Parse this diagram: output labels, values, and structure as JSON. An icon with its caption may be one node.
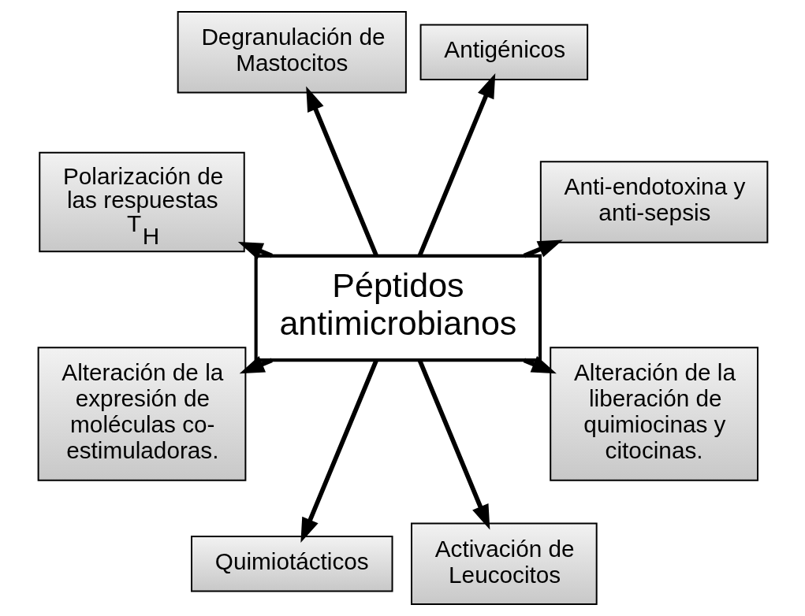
{
  "diagram": {
    "nodes": [
      {
        "text": [
          "Péptidos antimicrobianos"
        ]
      },
      {
        "text": [
          "Anti-endotoxina y anti-sepsis"
        ]
      },
      {
        "text": [
          "Antigénicos"
        ]
      },
      {
        "text": [
          "Degranulación de Mastocitos"
        ]
      },
      {
        "text": [
          "Polarización de las respuestas T$_{H}$"
        ]
      },
      {
        "text": [
          "Alteración de la expresión de moléculas co-estimuladoras."
        ]
      },
      {
        "text": [
          "Quimiotácticos"
        ]
      },
      {
        "text": [
          "Activación de Leucocitos"
        ]
      },
      {
        "text": [
          "Alteración de la liberación de quimiocinas y citocinas."
        ]
      }
    ],
    "edges": [
      {
        "from": 0,
        "to": 1,
        "arrow": "to"
      },
      {
        "from": 0,
        "to": 2,
        "arrow": "to"
      },
      {
        "from": 0,
        "to": 3,
        "arrow": "to"
      },
      {
        "from": 0,
        "to": 4,
        "arrow": "to"
      },
      {
        "from": 0,
        "to": 5,
        "arrow": "to"
      },
      {
        "from": 0,
        "to": 6,
        "arrow": "to"
      },
      {
        "from": 0,
        "to": 7,
        "arrow": "to"
      },
      {
        "from": 0,
        "to": 8,
        "arrow": "to"
      }
    ]
  }
}
